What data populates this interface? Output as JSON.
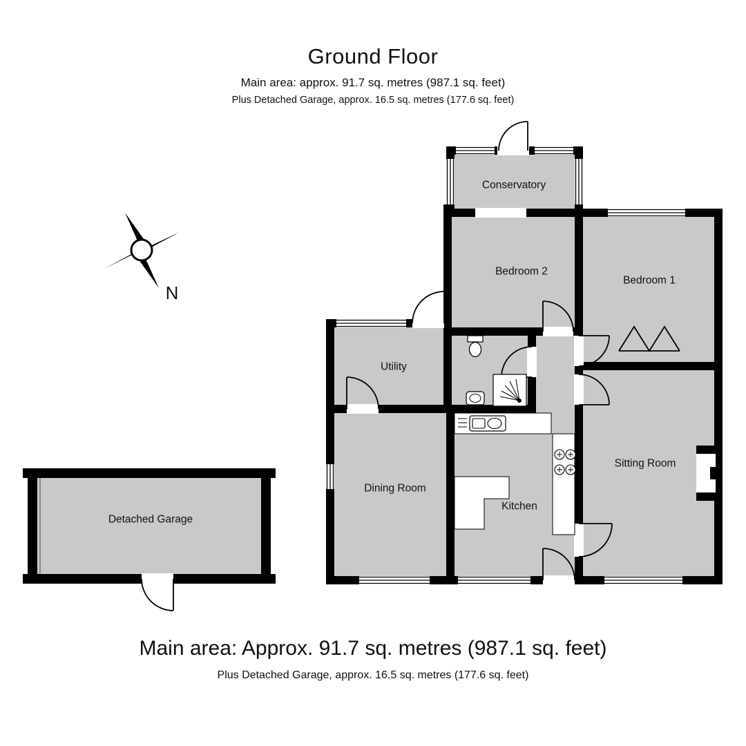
{
  "header": {
    "title": "Ground Floor",
    "subtitle": "Main area: approx. 91.7 sq. metres (987.1 sq. feet)",
    "note": "Plus Detached Garage, approx. 16.5 sq. metres (177.6 sq. feet)"
  },
  "footer": {
    "main": "Main area: Approx. 91.7 sq. metres (987.1 sq. feet)",
    "note": "Plus Detached Garage, approx. 16.5 sq. metres (177.6 sq. feet)"
  },
  "compass": {
    "north_label": "N"
  },
  "rooms": {
    "conservatory": "Conservatory",
    "bedroom2": "Bedroom 2",
    "bedroom1": "Bedroom 1",
    "utility": "Utility",
    "dining_room": "Dining Room",
    "kitchen": "Kitchen",
    "sitting_room": "Sitting Room",
    "garage": "Detached Garage"
  },
  "colors": {
    "wall": "#000000",
    "room_fill": "#c9c9c9",
    "background": "#ffffff"
  }
}
